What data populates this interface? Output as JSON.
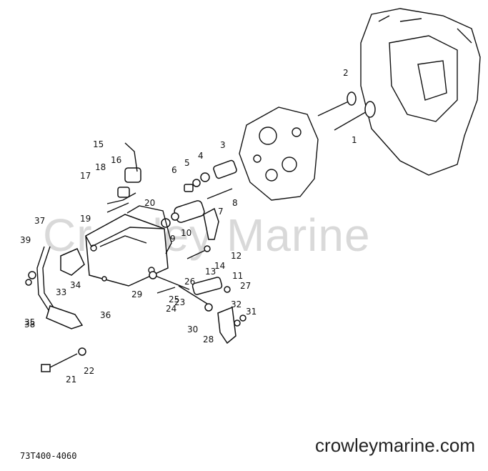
{
  "watermark_text": "Crowley Marine",
  "site_label": "crowleymarine.com",
  "diagram_code": "73T400-4060",
  "callouts": [
    "1",
    "2",
    "3",
    "4",
    "5",
    "6",
    "7",
    "8",
    "9",
    "10",
    "11",
    "12",
    "13",
    "14",
    "15",
    "16",
    "17",
    "18",
    "19",
    "20",
    "21",
    "22",
    "23",
    "24",
    "25",
    "26",
    "27",
    "28",
    "29",
    "30",
    "31",
    "32",
    "33",
    "34",
    "35",
    "36",
    "37",
    "38",
    "39"
  ]
}
